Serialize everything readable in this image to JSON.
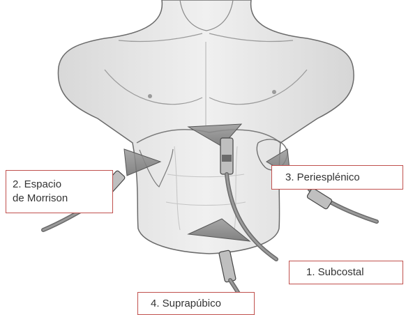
{
  "labels": {
    "subcostal": "1. Subcostal",
    "morrison_line1": "2. Espacio",
    "morrison_line2": "de Morrison",
    "periesplenico": "3. Periesplénico",
    "suprapubico": "4. Suprapúbico"
  },
  "colors": {
    "callout_border": "#c0504d",
    "body_fill": "#e9e9e9",
    "outline": "#555555",
    "transducer_fill": "#8a8a8a"
  },
  "icons": {
    "probe_1": "ultrasound-probe-icon",
    "probe_2": "ultrasound-probe-icon",
    "probe_3": "ultrasound-probe-icon",
    "probe_4": "ultrasound-probe-icon"
  }
}
